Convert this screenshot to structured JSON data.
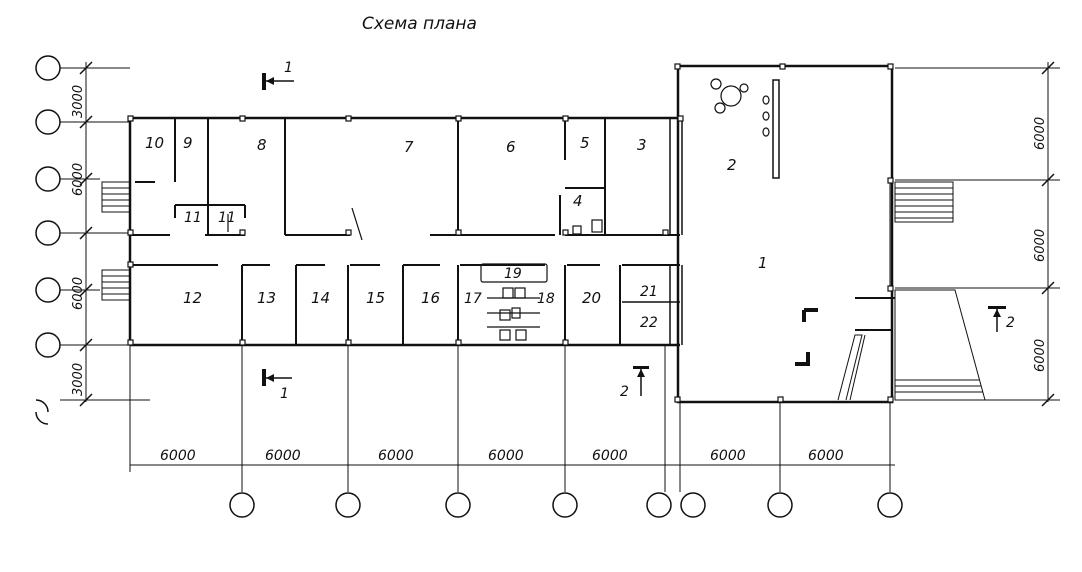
{
  "title": "Схема плана",
  "rooms": [
    {
      "num": "1"
    },
    {
      "num": "2"
    },
    {
      "num": "3"
    },
    {
      "num": "4"
    },
    {
      "num": "5"
    },
    {
      "num": "6"
    },
    {
      "num": "7"
    },
    {
      "num": "8"
    },
    {
      "num": "9"
    },
    {
      "num": "10"
    },
    {
      "num": "11"
    },
    {
      "num": "11"
    },
    {
      "num": "12"
    },
    {
      "num": "13"
    },
    {
      "num": "14"
    },
    {
      "num": "15"
    },
    {
      "num": "16"
    },
    {
      "num": "17"
    },
    {
      "num": "18"
    },
    {
      "num": "19"
    },
    {
      "num": "20"
    },
    {
      "num": "21"
    },
    {
      "num": "22"
    }
  ],
  "horizontal_dimensions": [
    "6000",
    "6000",
    "6000",
    "6000",
    "6000",
    "6000",
    "6000"
  ],
  "left_dimensions": [
    "3000",
    "6000",
    "6000",
    "3000"
  ],
  "right_dimensions": [
    "6000",
    "6000",
    "6000"
  ],
  "section_marks": [
    "1",
    "1",
    "2",
    "2"
  ],
  "colors": {
    "ink": "#111111",
    "paper": "#ffffff"
  }
}
